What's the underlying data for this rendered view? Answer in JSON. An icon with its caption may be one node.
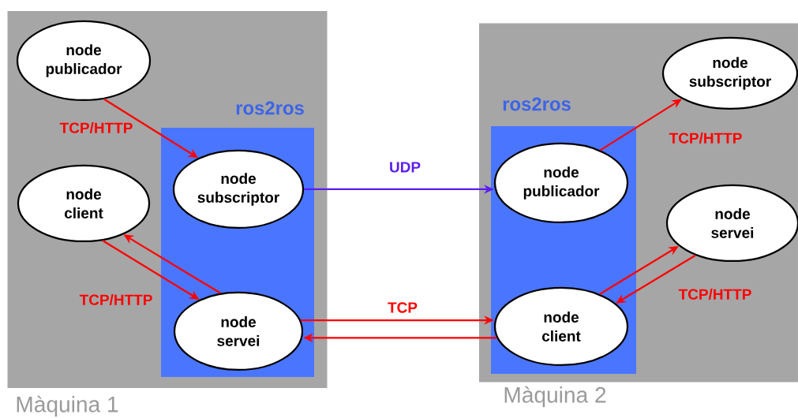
{
  "diagram": {
    "nodes": [
      {
        "text": [
          "Màquina 1"
        ]
      },
      {
        "text": [
          "node publicador"
        ],
        "in": 0
      },
      {
        "text": [
          "ros2ros"
        ],
        "in": 0
      },
      {
        "text": [
          "node subscriptor"
        ],
        "in": 2
      },
      {
        "text": [
          "node client"
        ],
        "in": 0
      },
      {
        "text": [
          "node servei"
        ],
        "in": 2
      },
      {
        "text": [
          "Màquina 2"
        ]
      },
      {
        "text": [
          "ros2ros"
        ],
        "in": 6
      },
      {
        "text": [
          "node subscriptor"
        ],
        "in": 6
      },
      {
        "text": [
          "node publicador"
        ],
        "in": 7
      },
      {
        "text": [
          "node servei"
        ],
        "in": 6
      },
      {
        "text": [
          "node client"
        ],
        "in": 7
      }
    ],
    "edges": [
      {
        "from": 1,
        "to": 3,
        "arrow": "to",
        "label": "TCP/HTTP"
      },
      {
        "from": 5,
        "to": 4,
        "arrow": "to"
      },
      {
        "from": 4,
        "to": 5,
        "arrow": "to",
        "label": "TCP/HTTP"
      },
      {
        "from": 3,
        "to": 9,
        "arrow": "to",
        "label": "UDP",
        "color": "#5a1ef0"
      },
      {
        "from": 5,
        "to": 11,
        "arrow": "to",
        "label": "TCP"
      },
      {
        "from": 11,
        "to": 5,
        "arrow": "to"
      },
      {
        "from": 9,
        "to": 8,
        "arrow": "to",
        "label": "TCP/HTTP"
      },
      {
        "from": 11,
        "to": 10,
        "arrow": "to"
      },
      {
        "from": 10,
        "to": 11,
        "arrow": "to",
        "label": "TCP/HTTP"
      }
    ]
  }
}
